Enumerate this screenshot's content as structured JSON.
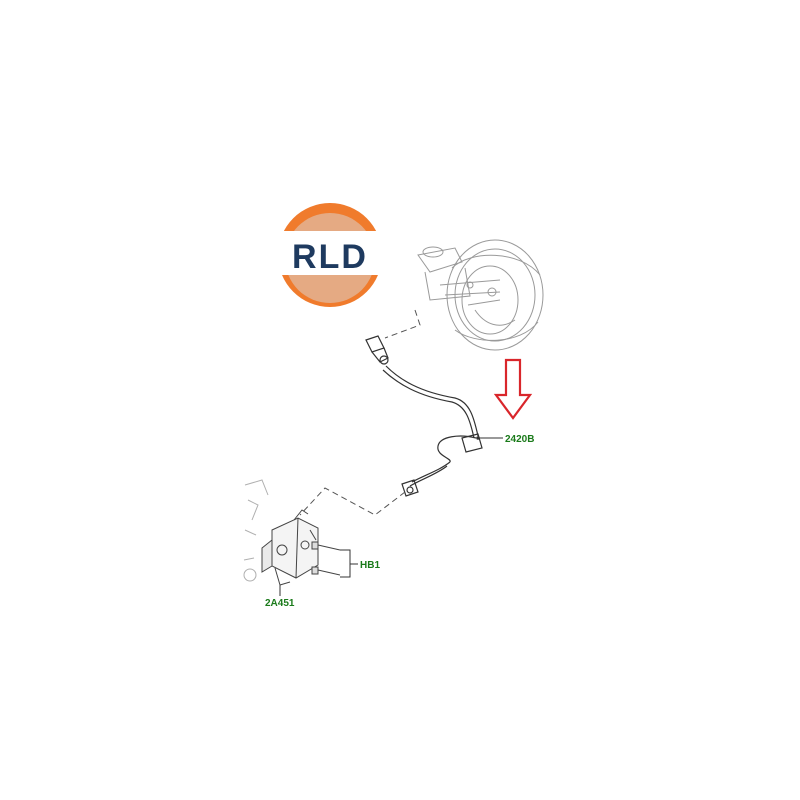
{
  "logo": {
    "text": "RLD",
    "colors": {
      "orange": "#F07B2C",
      "white": "#FFFFFF",
      "navy": "#1E3A5F"
    }
  },
  "callouts": {
    "pipe": "2420B",
    "bolts": "HB1",
    "slave_cylinder": "2A451"
  },
  "arrow": {
    "icon": "down-arrow-icon",
    "color": "#D9262B"
  },
  "colors": {
    "label": "#1A7A1A",
    "line": "#333333",
    "sketch": "#9A9A9A"
  }
}
